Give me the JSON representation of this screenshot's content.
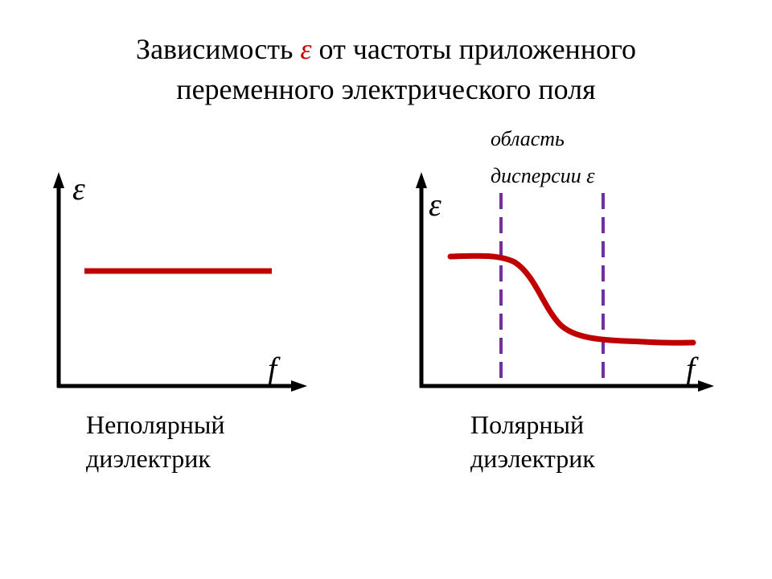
{
  "title": {
    "line1_before": "Зависимость ",
    "symbol": "ε",
    "line1_after": " от частоты приложенного",
    "line2": "переменного электрического поля"
  },
  "left_panel": {
    "y_label": "ε",
    "x_label": "f",
    "caption_line1": "Неполярный",
    "caption_line2": "диэлектрик"
  },
  "right_panel": {
    "y_label": "ε",
    "x_label": "f",
    "dispersion_line1": "область",
    "dispersion_line2": "дисперсии ε",
    "caption_line1": "Полярный",
    "caption_line2": "диэлектрик"
  },
  "colors": {
    "curve": "#c00000",
    "dashed": "#7030a0",
    "axis": "#000000",
    "title_symbol": "#cc0000"
  }
}
